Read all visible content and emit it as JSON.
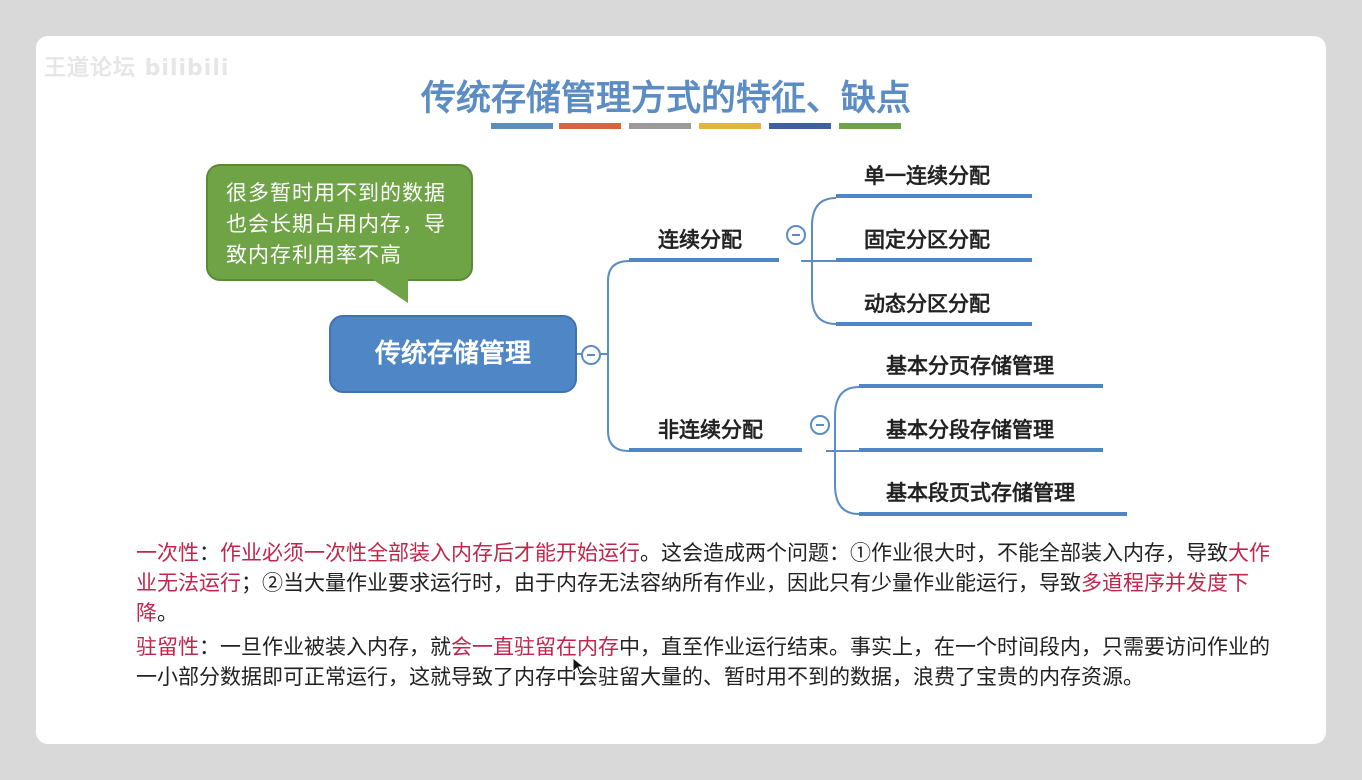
{
  "watermark": "王道论坛 bilibili",
  "title": "传统存储管理方式的特征、缺点",
  "color_bars": [
    "#5b8cc4",
    "#d8643c",
    "#9a9a9a",
    "#e8b23a",
    "#3e5fa8",
    "#6ea346"
  ],
  "bubble": {
    "text": "很多暂时用不到的数据也会长期占用内存，导致内存利用率不高",
    "color": "#6ea346"
  },
  "mindmap": {
    "root": "传统存储管理",
    "branches": [
      {
        "label": "连续分配",
        "children": [
          "单一连续分配",
          "固定分区分配",
          "动态分区分配"
        ]
      },
      {
        "label": "非连续分配",
        "children": [
          "基本分页存储管理",
          "基本分段存储管理",
          "基本段页式存储管理"
        ]
      }
    ]
  },
  "description": {
    "p1": {
      "term": "一次性",
      "sep1": "：",
      "highlight1": "作业必须一次性全部装入内存后才能开始运行",
      "text1": "。这会造成两个问题：①作业很大时，不能全部装入内存，导致",
      "highlight2": "大作业无法运行",
      "text2": "；②当大量作业要求运行时，由于内存无法容纳所有作业，因此只有少量作业能运行，导致",
      "highlight3": "多道程序并发度下降",
      "text3": "。"
    },
    "p2": {
      "term": "驻留性",
      "text1": "：一旦作业被装入内存，就",
      "highlight1": "会一直驻留在内存",
      "text2": "中，直至作业运行结束。事实上，在一个时间段内，只需要访问作业的一小部分数据即可正常运行，这就导致了内存中会驻留大量的、暂时用不到的数据，浪费了宝贵的内存资源。"
    }
  },
  "colors": {
    "accent": "#4f86c6",
    "highlight": "#c0264b",
    "title": "#5b8cc4"
  }
}
